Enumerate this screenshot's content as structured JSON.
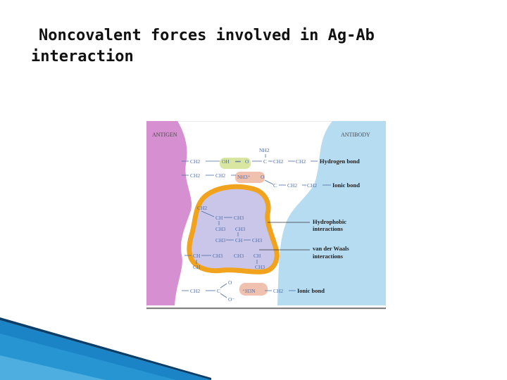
{
  "slide": {
    "title_line1": "Noncovalent forces involved in Ag-Ab",
    "title_line2": "interaction"
  },
  "figure": {
    "antigen_label": "ANTIGEN",
    "antibody_label": "ANTIBODY",
    "row1": {
      "ch2": "CH2",
      "oh": "OH",
      "dots": "•••",
      "o": "O",
      "c": "C",
      "ch2a": "CH2",
      "ch2b": "CH2",
      "nh2": "NH2"
    },
    "row2": {
      "ch2a": "CH2",
      "ch2b": "CH2",
      "nh3": "NH3⁺",
      "o": "O",
      "c": "C",
      "ch2c": "CH2",
      "ch2d": "CH2"
    },
    "hydro": {
      "ch2_top": "CH2",
      "r1a": "CH",
      "r1b": "CH3",
      "r2a": "CH3",
      "r2b": "CH3",
      "r3a": "CH3",
      "r3b": "CH",
      "r3c": "CH3",
      "r4a": "CH",
      "r4b": "CH3",
      "r4c": "CH3",
      "r4d": "CH",
      "r5a": "CH",
      "r5b": "CH3"
    },
    "row_last": {
      "ch2": "CH2",
      "c": "C",
      "o_top": "O",
      "o_bot": "O⁻",
      "h3n": "⁺H3N",
      "ch2b": "CH2"
    },
    "labels": {
      "hydrogen_bond": "Hydrogen bond",
      "ionic_bond_1": "Ionic bond",
      "hydrophobic": "Hydrophobic",
      "interactions": "interactions",
      "van_der_waals": "van der Waals",
      "interactions_2": "interactions",
      "ionic_bond_2": "Ionic bond"
    }
  },
  "colors": {
    "antigen": "#d68fd0",
    "antibody": "#b6dcf1",
    "orange_ring": "#f2a31e",
    "hydrophobic_core": "#c9c6ea",
    "bond_green": "#d8e6a2",
    "bond_pink": "#f1c1b0",
    "chemistry_text": "#4d6da6",
    "label_text": "#1e1e1e",
    "accent_blue": "#1b84c6"
  }
}
